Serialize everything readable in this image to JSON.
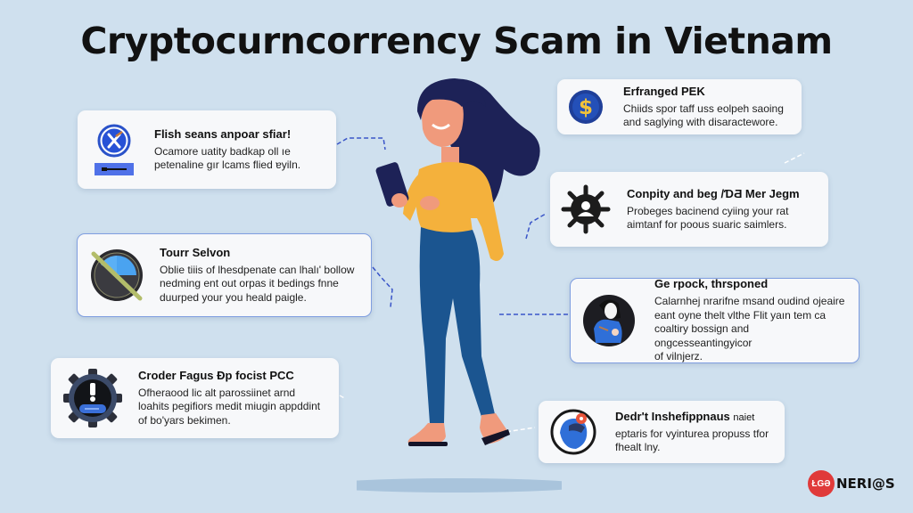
{
  "title": "Cryptocurncorrency Scam in Vietnam",
  "colors": {
    "background": "#cfe0ee",
    "card": "#f7f8fa",
    "card_outline": "#7f9ee0",
    "connector": "#3a55c8",
    "shirt": "#f4b13c",
    "pants": "#1b5590",
    "hair": "#1d2257",
    "skin": "#f09a7c",
    "logo_red": "#e03a3a"
  },
  "cards": [
    {
      "id": "card-1",
      "icon": "crossed-tools-icon",
      "heading": "Flish seans anpoar sfiar!",
      "body": [
        "Ocamore uatity badkap oll ıe",
        "petenaline gır lcams flied ɐyiln."
      ]
    },
    {
      "id": "card-2",
      "icon": "prohibited-gauge-icon",
      "heading": "Tourr Selvon",
      "body": [
        "Oblie tiiis of lhesdpenate can lhalı' bollow",
        "nedming ent out orpas it bedings fnne",
        "duurped your you heald paigle."
      ]
    },
    {
      "id": "card-3",
      "icon": "warning-gear-icon",
      "heading": "Croder Fagus Ɖp focist PCC",
      "body": [
        "Ofheraood lic alt parossiinet arnd",
        "loahits pegifiors medit miugin appddint",
        "of bo'yars bekimen."
      ]
    },
    {
      "id": "card-4",
      "icon": "dollar-coin-icon",
      "heading": "Erfranged PEK",
      "body": [
        "Chiids spor taff uss eolpeh saoing",
        "and saglying with disaractewore."
      ]
    },
    {
      "id": "card-5",
      "icon": "user-gear-icon",
      "heading": "Conpity and beg /ƊƋ Mer Jegm",
      "body": [
        "Probeges bacinend cyiing your rat",
        "aimtanf for poous suaric saimlers."
      ]
    },
    {
      "id": "card-6",
      "icon": "person-avatar-icon",
      "heading": "Ge rpock, thrsponed",
      "body": [
        "Calarnhej nrarifne msand oudind ojeaire",
        "eant oyne thelt vlthe Flit yaın tem ca",
        "coaltiry bossign and ongcesseantingyicor",
        "of vilnjerz."
      ]
    },
    {
      "id": "card-7",
      "icon": "hacker-avatar-icon",
      "heading": "Dedr't Inshefippnaus",
      "heading_suffix": "naiet",
      "body": [
        "eptaris for vyinturea propuss tfor",
        "fhealt lny."
      ]
    }
  ],
  "logo": {
    "badge_text": "ŁGƏ",
    "word": "NERI@S"
  }
}
